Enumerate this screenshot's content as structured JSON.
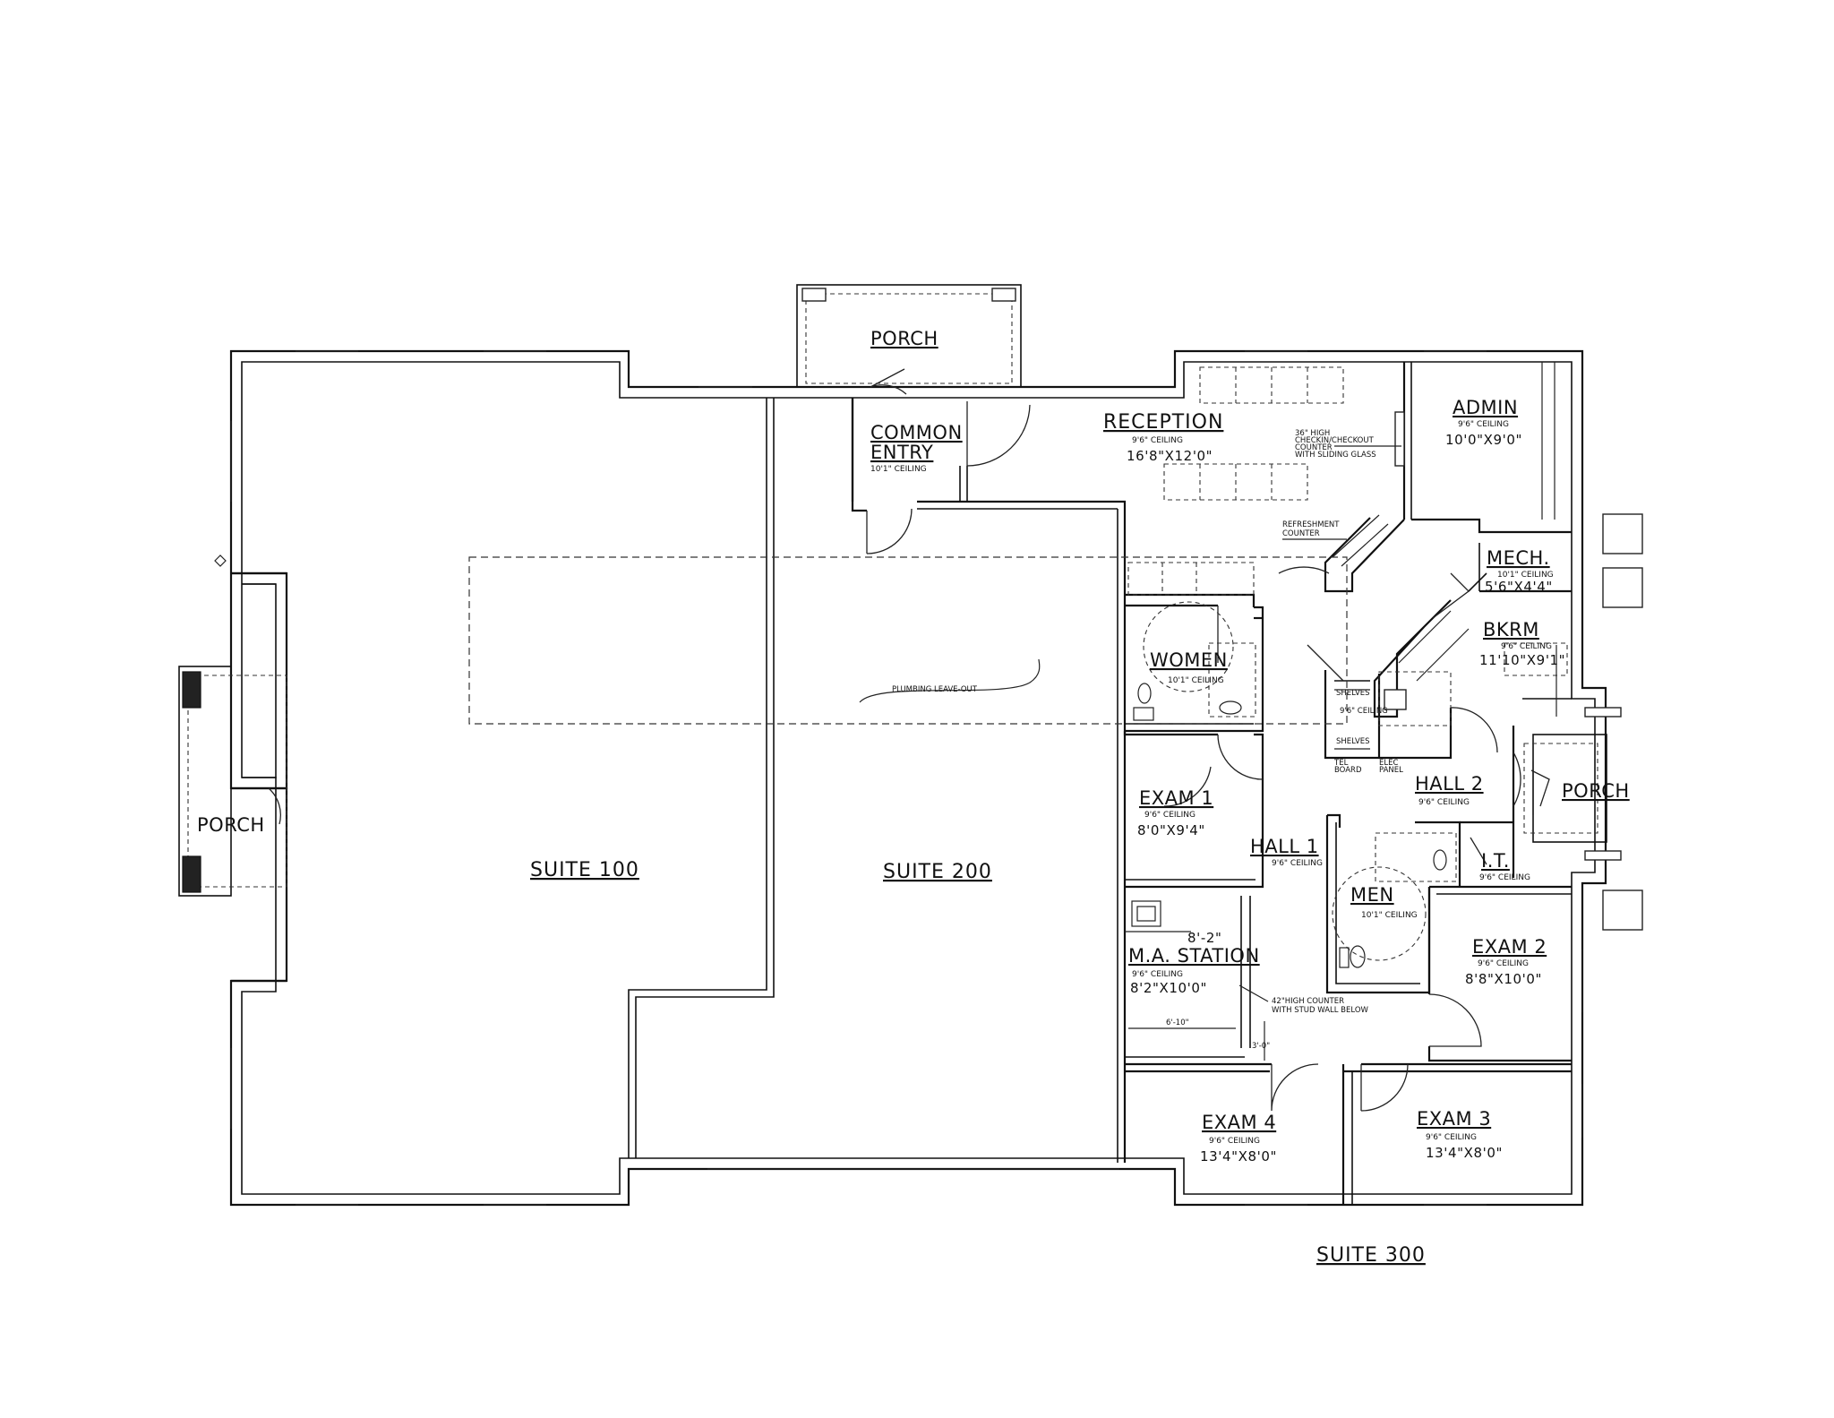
{
  "rooms": {
    "porch_top": {
      "name": "PORCH"
    },
    "porch_left": {
      "name": "PORCH"
    },
    "porch_right": {
      "name": "PORCH"
    },
    "common_entry": {
      "name_line1": "COMMON",
      "name_line2": "ENTRY",
      "ceiling": "10'1\" CEILING"
    },
    "reception": {
      "name": "RECEPTION",
      "ceiling": "9'6\" CEILING",
      "size": "16'8\"X12'0\""
    },
    "admin": {
      "name": "ADMIN",
      "ceiling": "9'6\" CEILING",
      "size": "10'0\"X9'0\""
    },
    "mech": {
      "name": "MECH.",
      "ceiling": "10'1\" CEILING",
      "size": "5'6\"X4'4\""
    },
    "bkrm": {
      "name": "BKRM",
      "ceiling": "9'6\" CEILING",
      "size": "11'10\"X9'1\""
    },
    "women": {
      "name": "WOMEN",
      "ceiling": "10'1\" CEILING"
    },
    "exam1": {
      "name": "EXAM 1",
      "ceiling": "9'6\" CEILING",
      "size": "8'0\"X9'4\""
    },
    "hall1": {
      "name": "HALL 1",
      "ceiling": "9'6\" CEILING"
    },
    "hall2": {
      "name": "HALL 2",
      "ceiling": "9'6\" CEILING"
    },
    "it": {
      "name": "I.T.",
      "ceiling": "9'6\" CEILING"
    },
    "men": {
      "name": "MEN",
      "ceiling": "10'1\" CEILING"
    },
    "exam2": {
      "name": "EXAM 2",
      "ceiling": "9'6\" CEILING",
      "size": "8'8\"X10'0\""
    },
    "ma_station": {
      "name": "M.A. STATION",
      "ceiling": "9'6\" CEILING",
      "size": "8'2\"X10'0\""
    },
    "exam4": {
      "name": "EXAM 4",
      "ceiling": "9'6\" CEILING",
      "size": "13'4\"X8'0\""
    },
    "exam3": {
      "name": "EXAM 3",
      "ceiling": "9'6\" CEILING",
      "size": "13'4\"X8'0\""
    },
    "shelves_storage": {
      "ceiling": "9'6\" CEILING"
    }
  },
  "suites": {
    "suite100": "SUITE 100",
    "suite200": "SUITE 200",
    "suite300": "SUITE 300"
  },
  "notes": {
    "checkout_line1": "36\" HIGH",
    "checkout_line2": "CHECKIN/CHECKOUT",
    "checkout_line3": "COUNTER",
    "checkout_line4": "WITH SLIDING GLASS",
    "refreshment_line1": "REFRESHMENT",
    "refreshment_line2": "COUNTER",
    "plumbing": "PLUMBING LEAVE-OUT",
    "counter_line1": "42\"HIGH COUNTER",
    "counter_line2": "WITH STUD WALL BELOW",
    "shelves_top": "SHELVES",
    "shelves_bottom": "SHELVES",
    "tel_board_line1": "TEL",
    "tel_board_line2": "BOARD",
    "elec_panel_line1": "ELEC",
    "elec_panel_line2": "PANEL",
    "dim_8_2": "8'-2\"",
    "dim_6_10": "6'-10\"",
    "dim_3_0": "3'-0\""
  }
}
